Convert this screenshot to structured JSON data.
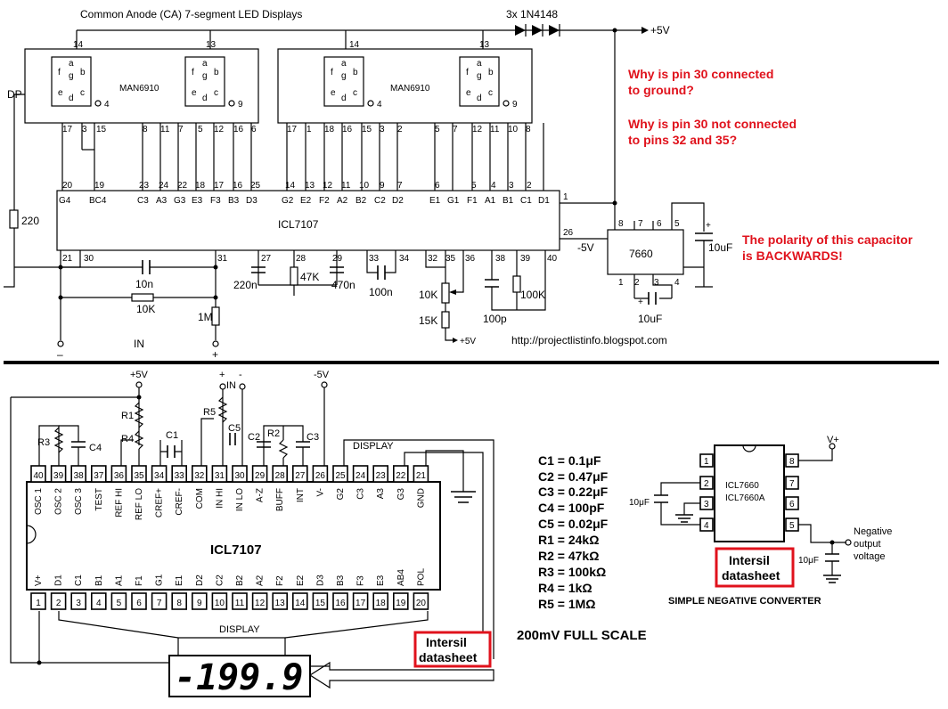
{
  "top": {
    "title": "Common Anode (CA)  7-segment LED Displays",
    "diodes_label": "3x 1N4148",
    "supply_label": "+5V",
    "display_model": "MAN6910",
    "display_pin_top_left": "14",
    "display_pin_top_right": "13",
    "display_pin_4": "4",
    "display_pin_9": "9",
    "segments": [
      "a",
      "f",
      "g",
      "b",
      "e",
      "d",
      "c"
    ],
    "display1_pins": [
      "17",
      "3",
      "15",
      "8",
      "11",
      "7",
      "5",
      "12",
      "16",
      "6"
    ],
    "display2_pins": [
      "17",
      "1",
      "18",
      "16",
      "15",
      "3",
      "2",
      "5",
      "7",
      "12",
      "11",
      "10",
      "8"
    ],
    "dp_label": "DP",
    "r220_label": "220",
    "ic_name": "ICL7107",
    "ic_top_pin_nums": [
      "20",
      "19",
      "23",
      "24",
      "22",
      "18",
      "17",
      "16",
      "25",
      "14",
      "13",
      "12",
      "11",
      "10",
      "9",
      "7",
      "6",
      "5",
      "4",
      "3",
      "2"
    ],
    "ic_top_pin_names": [
      "G4",
      "BC4",
      "C3",
      "A3",
      "G3",
      "E3",
      "F3",
      "B3",
      "D3",
      "G2",
      "E2",
      "F2",
      "A2",
      "B2",
      "C2",
      "D2",
      "E1",
      "G1",
      "F1",
      "A1",
      "B1",
      "C1",
      "D1"
    ],
    "ic_bottom_pins": [
      "21",
      "30",
      "31",
      "27",
      "28",
      "29",
      "33",
      "34",
      "32",
      "35",
      "36",
      "38",
      "39",
      "40"
    ],
    "pin1": "1",
    "pin26": "26",
    "neg5v": "-5V",
    "c_10n": "10n",
    "r_10k": "10K",
    "r_1m": "1M",
    "in_label": "IN",
    "c_220n": "220n",
    "r_47k": "47K",
    "c_470n": "470n",
    "c_100n": "100n",
    "pot_10k": "10K",
    "r_15k": "15K",
    "plus5v_small": "+5V",
    "c_100p": "100p",
    "r_100k": "100K",
    "conv_name": "7660",
    "conv_top_pins": [
      "8",
      "7",
      "6",
      "5"
    ],
    "conv_bottom_pins": [
      "1",
      "2",
      "3",
      "4"
    ],
    "c_10uf_a": "10uF",
    "c_10uf_b": "10uF",
    "website": "http://projectlistinfo.blogspot.com",
    "q1a": "Why is pin 30 connected",
    "q1b": "to ground?",
    "q2a": "Why is pin 30 not connected",
    "q2b": "to pins 32 and 35?",
    "q3a": "The polarity of this capacitor",
    "q3b": "is BACKWARDS!",
    "minus_sign": "–",
    "plus_sign": "+"
  },
  "bottom": {
    "plus5v": "+5V",
    "in": "IN",
    "minus5v": "-5V",
    "plus": "+",
    "minus": "-",
    "r1": "R1",
    "r2": "R2",
    "r3": "R3",
    "r4": "R4",
    "r5": "R5",
    "c1": "C1",
    "c2": "C2",
    "c3": "C3",
    "c4": "C4",
    "c5": "C5",
    "display_top": "DISPLAY",
    "display_bottom": "DISPLAY",
    "ic_name": "ICL7107",
    "top_pin_nums": [
      "40",
      "39",
      "38",
      "37",
      "36",
      "35",
      "34",
      "33",
      "32",
      "31",
      "30",
      "29",
      "28",
      "27",
      "26",
      "25",
      "24",
      "23",
      "22",
      "21"
    ],
    "top_pin_names": [
      "OSC 1",
      "OSC 2",
      "OSC 3",
      "TEST",
      "REF HI",
      "REF LO",
      "CREF+",
      "CREF-",
      "COM",
      "IN HI",
      "IN LO",
      "A-Z",
      "BUFF",
      "INT",
      "V-",
      "G2",
      "C3",
      "A3",
      "G3",
      "GND"
    ],
    "bottom_pin_nums": [
      "1",
      "2",
      "3",
      "4",
      "5",
      "6",
      "7",
      "8",
      "9",
      "10",
      "11",
      "12",
      "13",
      "14",
      "15",
      "16",
      "17",
      "18",
      "19",
      "20"
    ],
    "bottom_pin_names": [
      "V+",
      "D1",
      "C1",
      "B1",
      "A1",
      "F1",
      "G1",
      "E1",
      "D2",
      "C2",
      "B2",
      "A2",
      "F2",
      "E2",
      "D3",
      "B3",
      "F3",
      "E3",
      "AB4",
      "POL"
    ],
    "lcd_value": "-199.9",
    "intersil1": "Intersil",
    "datasheet1": "datasheet",
    "fullscale": "200mV FULL SCALE",
    "values": [
      "C1 = 0.1μF",
      "C2 = 0.47μF",
      "C3 = 0.22μF",
      "C4 = 100pF",
      "C5 = 0.02μF",
      "R1 = 24kΩ",
      "R2 = 47kΩ",
      "R3 = 100kΩ",
      "R4 = 1kΩ",
      "R5 = 1MΩ"
    ],
    "converter": {
      "chip1": "ICL7660",
      "chip2": "ICL7660A",
      "left_pins": [
        "1",
        "2",
        "3",
        "4"
      ],
      "right_pins": [
        "8",
        "7",
        "6",
        "5"
      ],
      "vplus": "V+",
      "cap_left": "10μF",
      "cap_right": "10μF",
      "neg_out1": "Negative",
      "neg_out2": "output",
      "neg_out3": "voltage",
      "intersil": "Intersil",
      "datasheet": "datasheet",
      "caption": "SIMPLE NEGATIVE CONVERTER"
    }
  },
  "colors": {
    "annotation": "#e0121c",
    "ink": "#000000",
    "background": "#ffffff"
  }
}
